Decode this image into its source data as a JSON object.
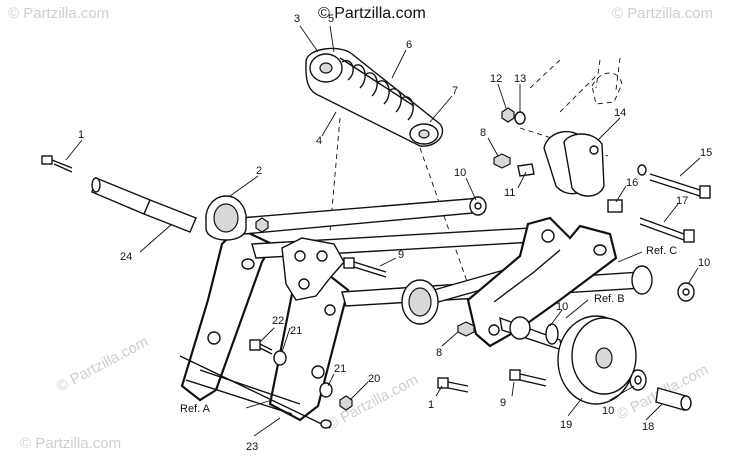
{
  "watermarks": {
    "copyright_top": "© Partzilla.com",
    "corner_tl": "© Partzilla.com",
    "corner_tr": "© Partzilla.com",
    "corner_bl": "© Partzilla.com",
    "mid_left": "© Partzilla.com",
    "mid_center": "© Partzilla.com",
    "corner_br": "© Partzilla.com"
  },
  "callouts": {
    "c1_top": "1",
    "c1_bottom": "1",
    "c2": "2",
    "c3": "3",
    "c4": "4",
    "c5": "5",
    "c6": "6",
    "c7": "7",
    "c8_top": "8",
    "c8_bottom": "8",
    "c9_mid": "9",
    "c9_bottom": "9",
    "c10_a": "10",
    "c10_b": "10",
    "c10_c": "10",
    "c10_d": "10",
    "c11": "11",
    "c12": "12",
    "c13": "13",
    "c14": "14",
    "c15": "15",
    "c16": "16",
    "c17": "17",
    "c18": "18",
    "c19": "19",
    "c20": "20",
    "c21_a": "21",
    "c21_b": "21",
    "c22": "22",
    "c23": "23",
    "c24": "24"
  },
  "references": {
    "ref_a": "Ref. A",
    "ref_b": "Ref. B",
    "ref_c": "Ref. C"
  }
}
